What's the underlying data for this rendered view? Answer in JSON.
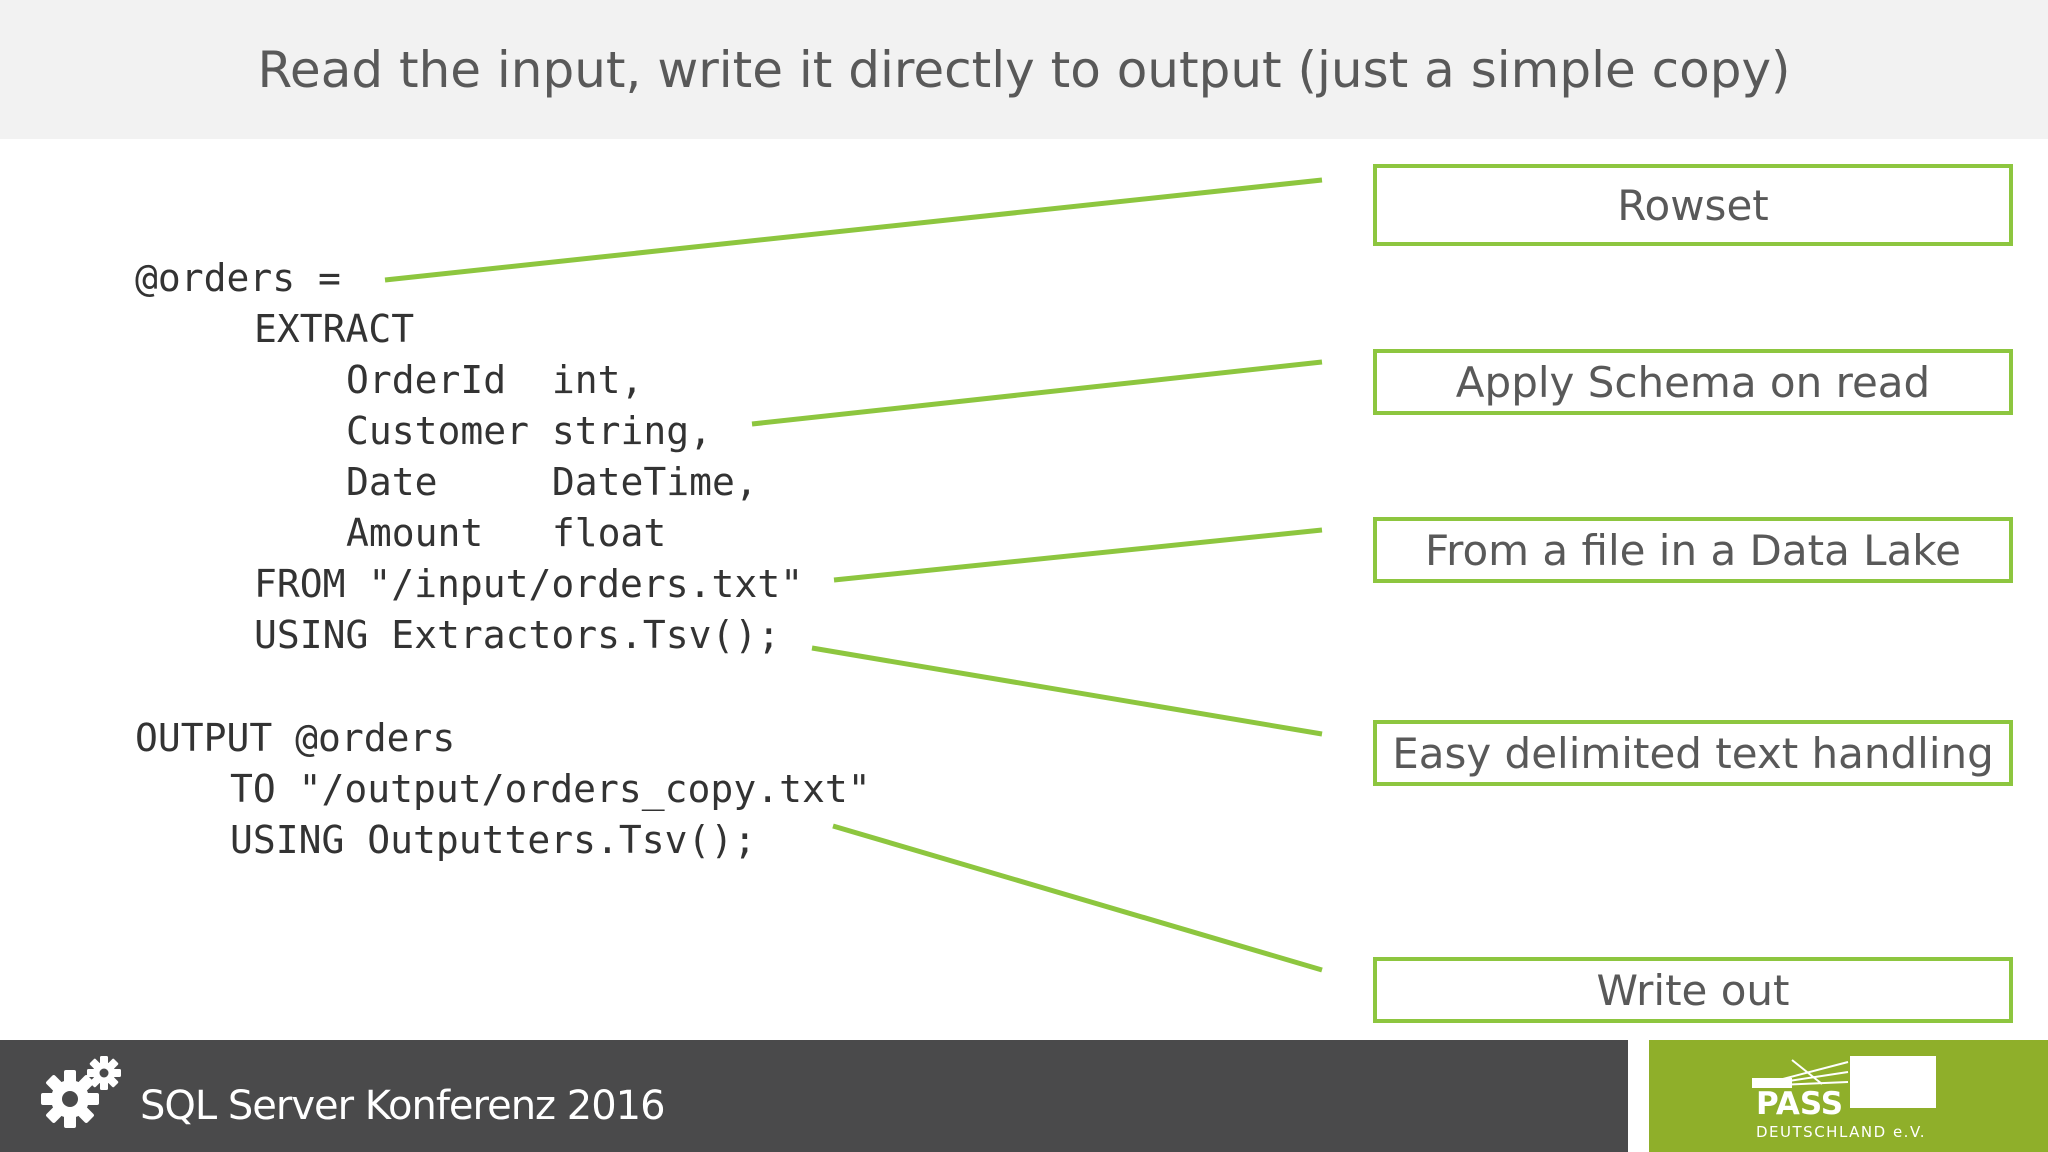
{
  "slide": {
    "title": "Read the input, write it directly to output (just a simple copy)"
  },
  "code": {
    "lines": [
      "@orders =",
      "EXTRACT",
      "OrderId  int,",
      "Customer string,",
      "Date     DateTime,",
      "Amount   float",
      "FROM \"/input/orders.txt\"",
      "USING Extractors.Tsv();",
      "OUTPUT @orders",
      "TO \"/output/orders_copy.txt\"",
      "USING Outputters.Tsv();"
    ]
  },
  "annotations": [
    {
      "label": "Rowset"
    },
    {
      "label": "Apply Schema on read"
    },
    {
      "label": "From a file in a Data Lake"
    },
    {
      "label": "Easy delimited text handling"
    },
    {
      "label": "Write out"
    }
  ],
  "footer": {
    "conference": "SQL Server Konferenz 2016",
    "logo_text": "PASS",
    "logo_subtext": "DEUTSCHLAND e.V."
  },
  "colors": {
    "accent_green": "#8dc63f",
    "footer_dark": "#4a4a4b",
    "footer_green": "#8faf2a",
    "title_bar": "#f2f2f2"
  },
  "icons": {
    "conference_logo": "gear-icon"
  }
}
